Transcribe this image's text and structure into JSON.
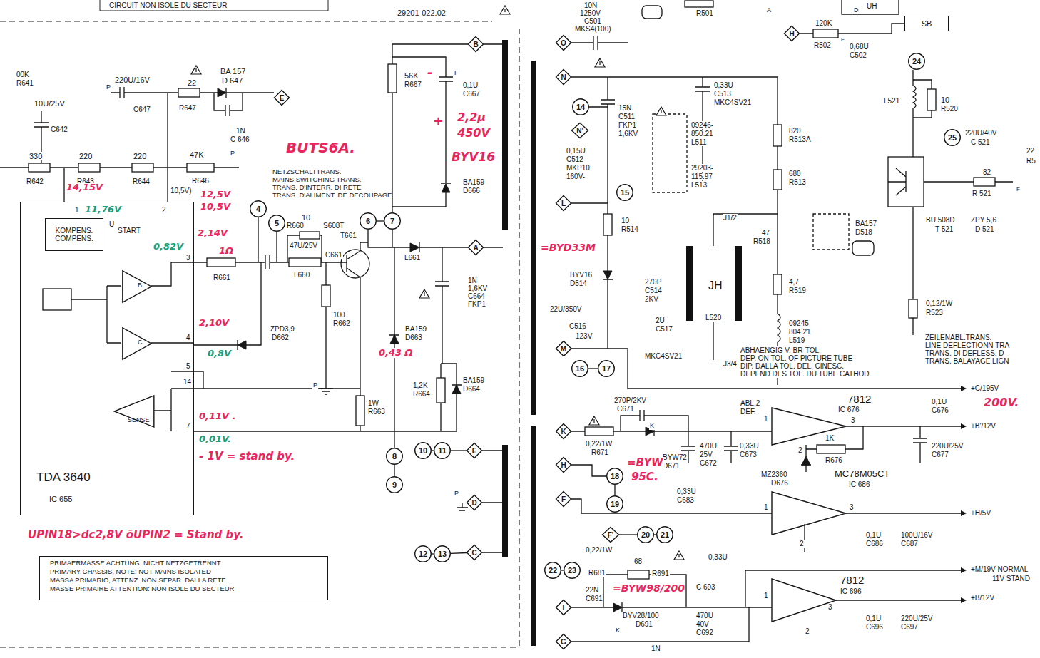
{
  "diagram": {
    "nodes": [
      {
        "text": [
          "TDA 3640",
          "IC 655"
        ]
      },
      {
        "text": [
          "KOMPENS. COMPENS."
        ],
        "in": 0
      },
      {
        "text": [
          "B"
        ],
        "in": 0
      },
      {
        "text": [
          "C"
        ],
        "in": 0
      },
      {
        "text": [
          "SENSE"
        ],
        "in": 0
      },
      {
        "text": [
          "B"
        ]
      },
      {
        "text": [
          "E"
        ]
      },
      {
        "text": [
          "4"
        ]
      },
      {
        "text": [
          "5"
        ]
      },
      {
        "text": [
          "6"
        ]
      },
      {
        "text": [
          "7"
        ]
      },
      {
        "text": [
          "A"
        ]
      },
      {
        "text": [
          "8"
        ]
      },
      {
        "text": [
          "9"
        ]
      },
      {
        "text": [
          "10"
        ]
      },
      {
        "text": [
          "11"
        ]
      },
      {
        "text": [
          "E"
        ]
      },
      {
        "text": [
          "D"
        ]
      },
      {
        "text": [
          "12"
        ]
      },
      {
        "text": [
          "13"
        ]
      },
      {
        "text": [
          "C"
        ]
      },
      {
        "text": [
          "PRIMAERMASSE ACHTUNG: NICHT NETZGETRENNT",
          "PRIMARY CHASSIS, NOTE: NOT MAINS ISOLATED",
          "MASSA PRIMARIO, ATTENZ. NON SEPAR. DALLA RETE",
          "MASSE PRIMAIRE ATTENTION: NON ISOLE DU SECTEUR"
        ]
      },
      {
        "text": [
          "O"
        ]
      },
      {
        "text": [
          "H"
        ]
      },
      {
        "text": [
          "SB"
        ]
      },
      {
        "text": [
          "24"
        ]
      },
      {
        "text": [
          "N"
        ]
      },
      {
        "text": [
          "14"
        ]
      },
      {
        "text": [
          "N'"
        ]
      },
      {
        "text": [
          "25"
        ]
      },
      {
        "text": [
          "L"
        ]
      },
      {
        "text": [
          "15"
        ]
      },
      {
        "text": [
          "M"
        ]
      },
      {
        "text": [
          "16"
        ]
      },
      {
        "text": [
          "17"
        ]
      },
      {
        "text": [
          "K"
        ]
      },
      {
        "text": [
          "7812",
          "IC 676"
        ]
      },
      {
        "text": [
          "H"
        ]
      },
      {
        "text": [
          "18"
        ]
      },
      {
        "text": [
          "19"
        ]
      },
      {
        "text": [
          "MC78M05CT",
          "IC 686"
        ]
      },
      {
        "text": [
          "F"
        ]
      },
      {
        "text": [
          "F'"
        ]
      },
      {
        "text": [
          "20"
        ]
      },
      {
        "text": [
          "21"
        ]
      },
      {
        "text": [
          "22"
        ]
      },
      {
        "text": [
          "23"
        ]
      },
      {
        "text": [
          "I"
        ]
      },
      {
        "text": [
          "7812",
          "IC 696"
        ]
      },
      {
        "text": [
          "G"
        ]
      }
    ],
    "edges": [
      {
        "from": 9,
        "to": 10,
        "arrow": "none"
      },
      {
        "from": 12,
        "to": 13,
        "arrow": "none"
      },
      {
        "from": 14,
        "to": 15,
        "arrow": "none"
      },
      {
        "from": 15,
        "to": 16,
        "arrow": "none"
      },
      {
        "from": 18,
        "to": 19,
        "arrow": "none"
      },
      {
        "from": 19,
        "to": 20,
        "arrow": "none"
      },
      {
        "from": 33,
        "to": 34,
        "arrow": "none"
      },
      {
        "from": 38,
        "to": 39,
        "arrow": "none"
      },
      {
        "from": 42,
        "to": 43,
        "arrow": "none"
      },
      {
        "from": 43,
        "to": 44,
        "arrow": "none"
      },
      {
        "from": 45,
        "to": 46,
        "arrow": "none"
      }
    ],
    "labels": [
      "CIRCUIT NON ISOLE DU SECTEUR",
      "29201-022.02",
      "00K",
      "R641",
      "10U/25V",
      "C642",
      "220U/16V",
      "C647",
      "P",
      "22",
      "R647",
      "BA 157",
      "D 647",
      "1N",
      "C 646",
      "330",
      "R642",
      "220",
      "R643",
      "220",
      "R644",
      "47K",
      "P",
      "R646",
      "10,5V)",
      "NETZSCHALTTRANS.",
      "MAINS SWITCHING TRANS.",
      "TRANS. D'INTERR. DI RETE",
      "TRANS. D'ALIMENT. DE DECOUPAGE",
      "10",
      "R660",
      "S608T",
      "T661",
      "47U/25V",
      "C661",
      "R661",
      "L660",
      "100",
      "R662",
      "ZPD3,9",
      "D662",
      "P",
      "L661",
      "1N",
      "1,6KV",
      "C664",
      "FKP1",
      "BA159",
      "D663",
      "1,2K",
      "R664",
      "BA159",
      "D664",
      "1W",
      "R663",
      "56K",
      "R667",
      "F",
      "0,1U",
      "C667",
      "BA159",
      "D666",
      "1",
      "2",
      "U",
      "START",
      "3",
      "4",
      "5",
      "14",
      "7",
      "BUTS6A.",
      "BYV16",
      "-",
      "+",
      "2,2µ",
      "450V",
      "14,15V",
      "11,76V",
      "12,5V",
      "10,5V",
      "2,14V",
      "1Ω",
      "0,82V",
      "2,10V",
      "0,8V",
      "0,43 Ω",
      "0,11V .",
      "0,01V.",
      "- 1V = stand by.",
      "UPIN18>dc2,8V ōUPIN2 = Stand by.",
      "10N",
      "1250V",
      "C501",
      "MKS4(100)",
      "R501",
      "A",
      "D",
      "UH",
      "120K",
      "R502",
      "F",
      "0,68U",
      "C502",
      "L521",
      "10",
      "R520",
      "220U/40V",
      "C 521",
      "82",
      "R 521",
      "F",
      "ZPY 5,6",
      "D 521",
      "BU 508D",
      "T 521",
      "0,12/1W",
      "R523",
      "ZEILENABL.TRANS.",
      "LINE DEFLECTIONN TRA",
      "TRANS. DI DEFLESS. D",
      "TRANS. BALAYAGE LIGN",
      "15N",
      "C511",
      "FKP1",
      "1,6KV",
      "0,33U",
      "C513",
      "MKC4SV21",
      "09246-",
      "850.21",
      "L511",
      "29203-",
      "115.97",
      "L513",
      "0,15U",
      "C512",
      "MKP10",
      "160V-",
      "820",
      "R513A",
      "680",
      "R513",
      "J1/2",
      "J3/4",
      "JH",
      "L520",
      "47",
      "R518",
      "BA157",
      "D518",
      "4,7",
      "R519",
      "09245",
      "804.21",
      "L519",
      "10",
      "R514",
      "=BYD33M",
      "BYV16",
      "D514",
      "270P",
      "C514",
      "2KV",
      "22U/350V",
      "C516",
      "123V",
      "2U",
      "C517",
      "MKC4SV21",
      "ABHAENGIG V. BR-TOL.",
      "DEP. ON TOL. OF PICTURE TUBE",
      "DIP. DALLA TOL. DEL. CINESC.",
      "DEPEND DES TOL. DU TUBE CATHOD.",
      "+C/195V",
      "200V.",
      "270P/2KV",
      "C671",
      "K",
      "ABL.2",
      "DEF.",
      "1",
      "3",
      "2",
      "1K",
      "R676",
      "0,1U",
      "C676",
      "+B'/12V",
      "0,22/1W",
      "R671",
      "BYW72",
      "D671",
      "470U",
      "25V",
      "C672",
      "0,33U",
      "C673",
      "MZ2360",
      "D676",
      "220U/25V",
      "C677",
      "=BYW",
      "95C.",
      "0,33U",
      "C683",
      "1",
      "3",
      "2",
      "0,1U",
      "C686",
      "100U/16V",
      "C687",
      "+H/5V",
      "0,22/1W",
      "R681",
      "68",
      "R691",
      "0,33U",
      "C 693",
      "22N",
      "C691",
      "=BYW98/200",
      "BYV28/100",
      "D691",
      "K",
      "1N",
      "470U",
      "40V",
      "C692",
      "1",
      "3",
      "2",
      "0,1U",
      "C696",
      "220U/25V",
      "C697",
      "+M/19V NORMAL",
      "11V STAND",
      "+B/12V",
      "P",
      "22",
      "R5"
    ]
  }
}
